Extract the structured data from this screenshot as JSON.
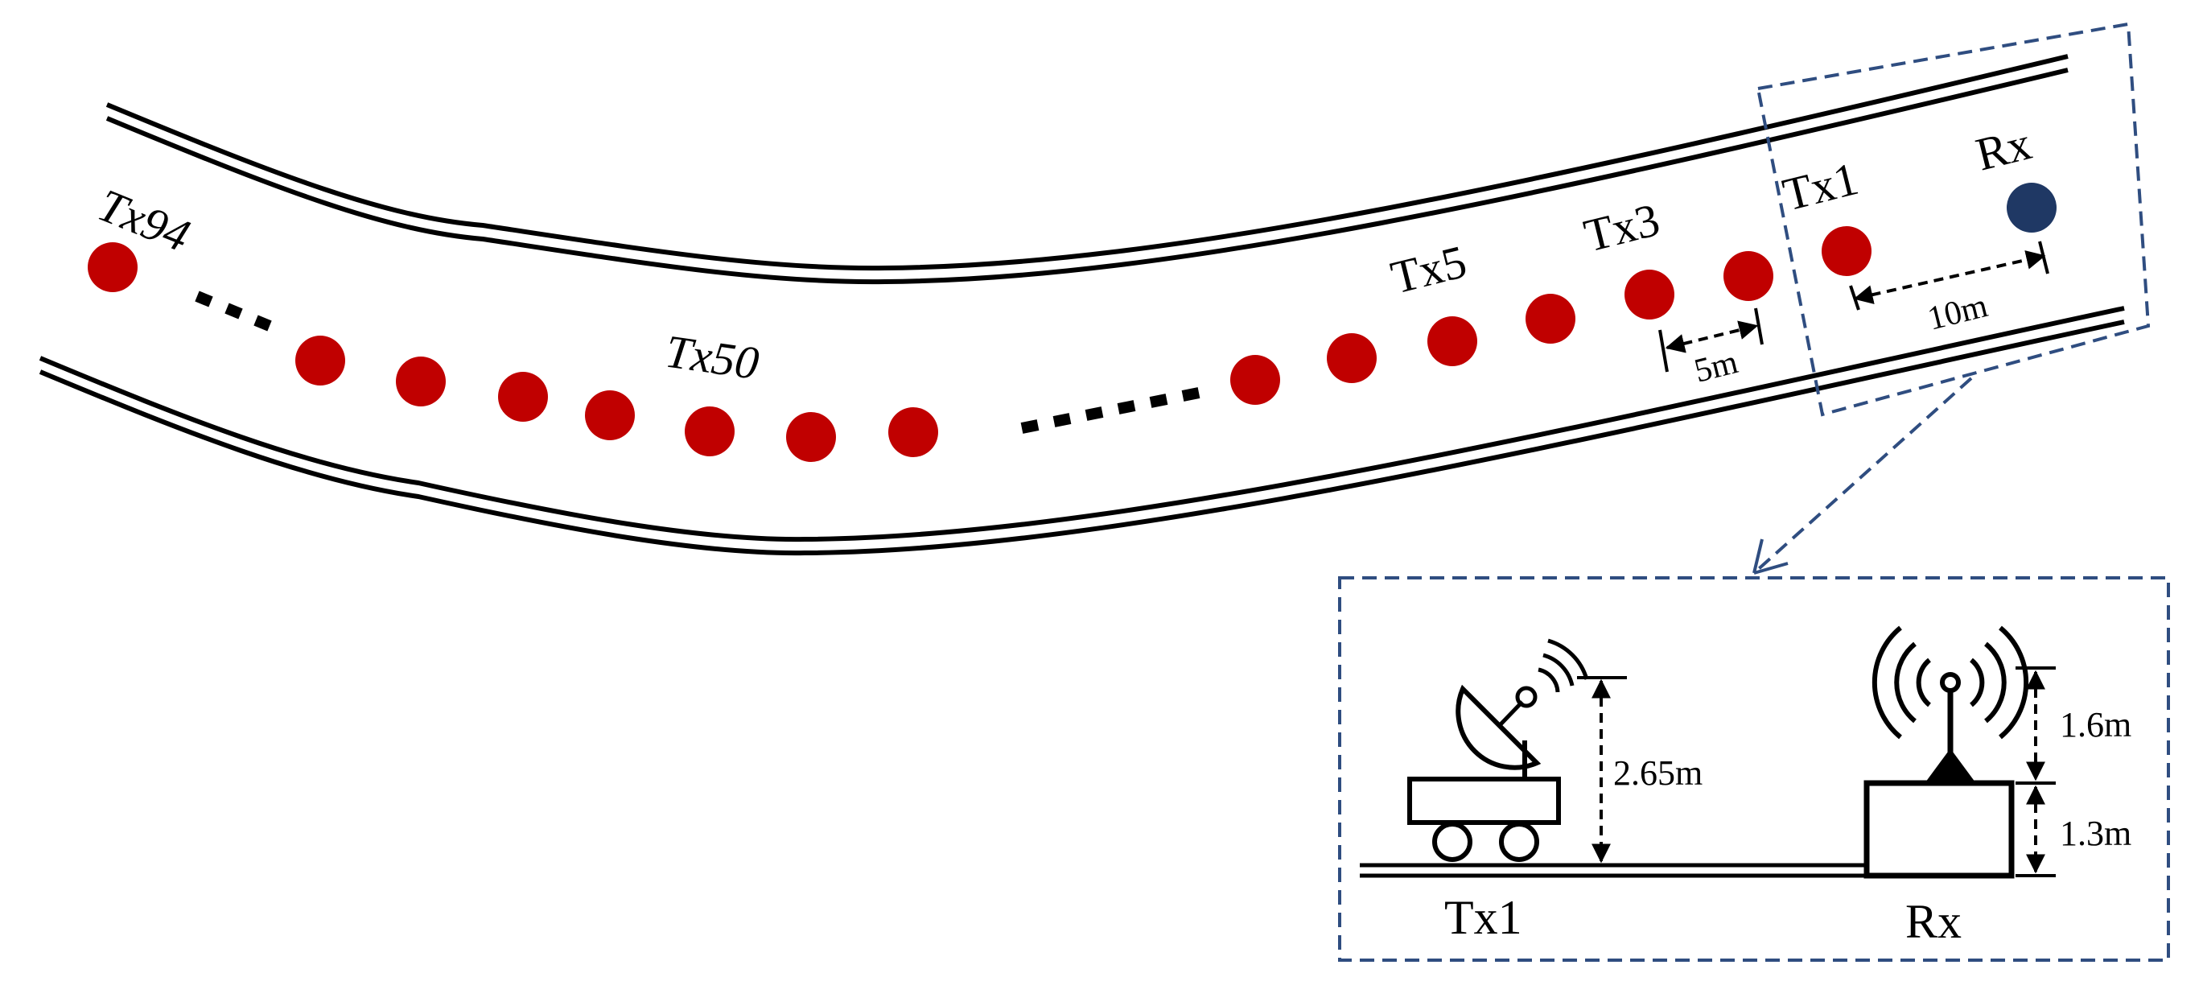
{
  "colors": {
    "tx": "#c00000",
    "rx": "#1f3864",
    "outline": "#2f4d80"
  },
  "labels": {
    "tx94": "Tx94",
    "tx50": "Tx50",
    "tx5": "Tx5",
    "tx3": "Tx3",
    "tx1": "Tx1",
    "rx": "Rx",
    "spacing": "5m",
    "distance": "10m"
  },
  "inset": {
    "tx_label": "Tx1",
    "rx_label": "Rx",
    "tx_height": "2.65m",
    "rx_antenna": "1.6m",
    "rx_box": "1.3m"
  },
  "icons": [
    "satellite-dish-icon",
    "cart-icon",
    "antenna-tower-icon"
  ]
}
